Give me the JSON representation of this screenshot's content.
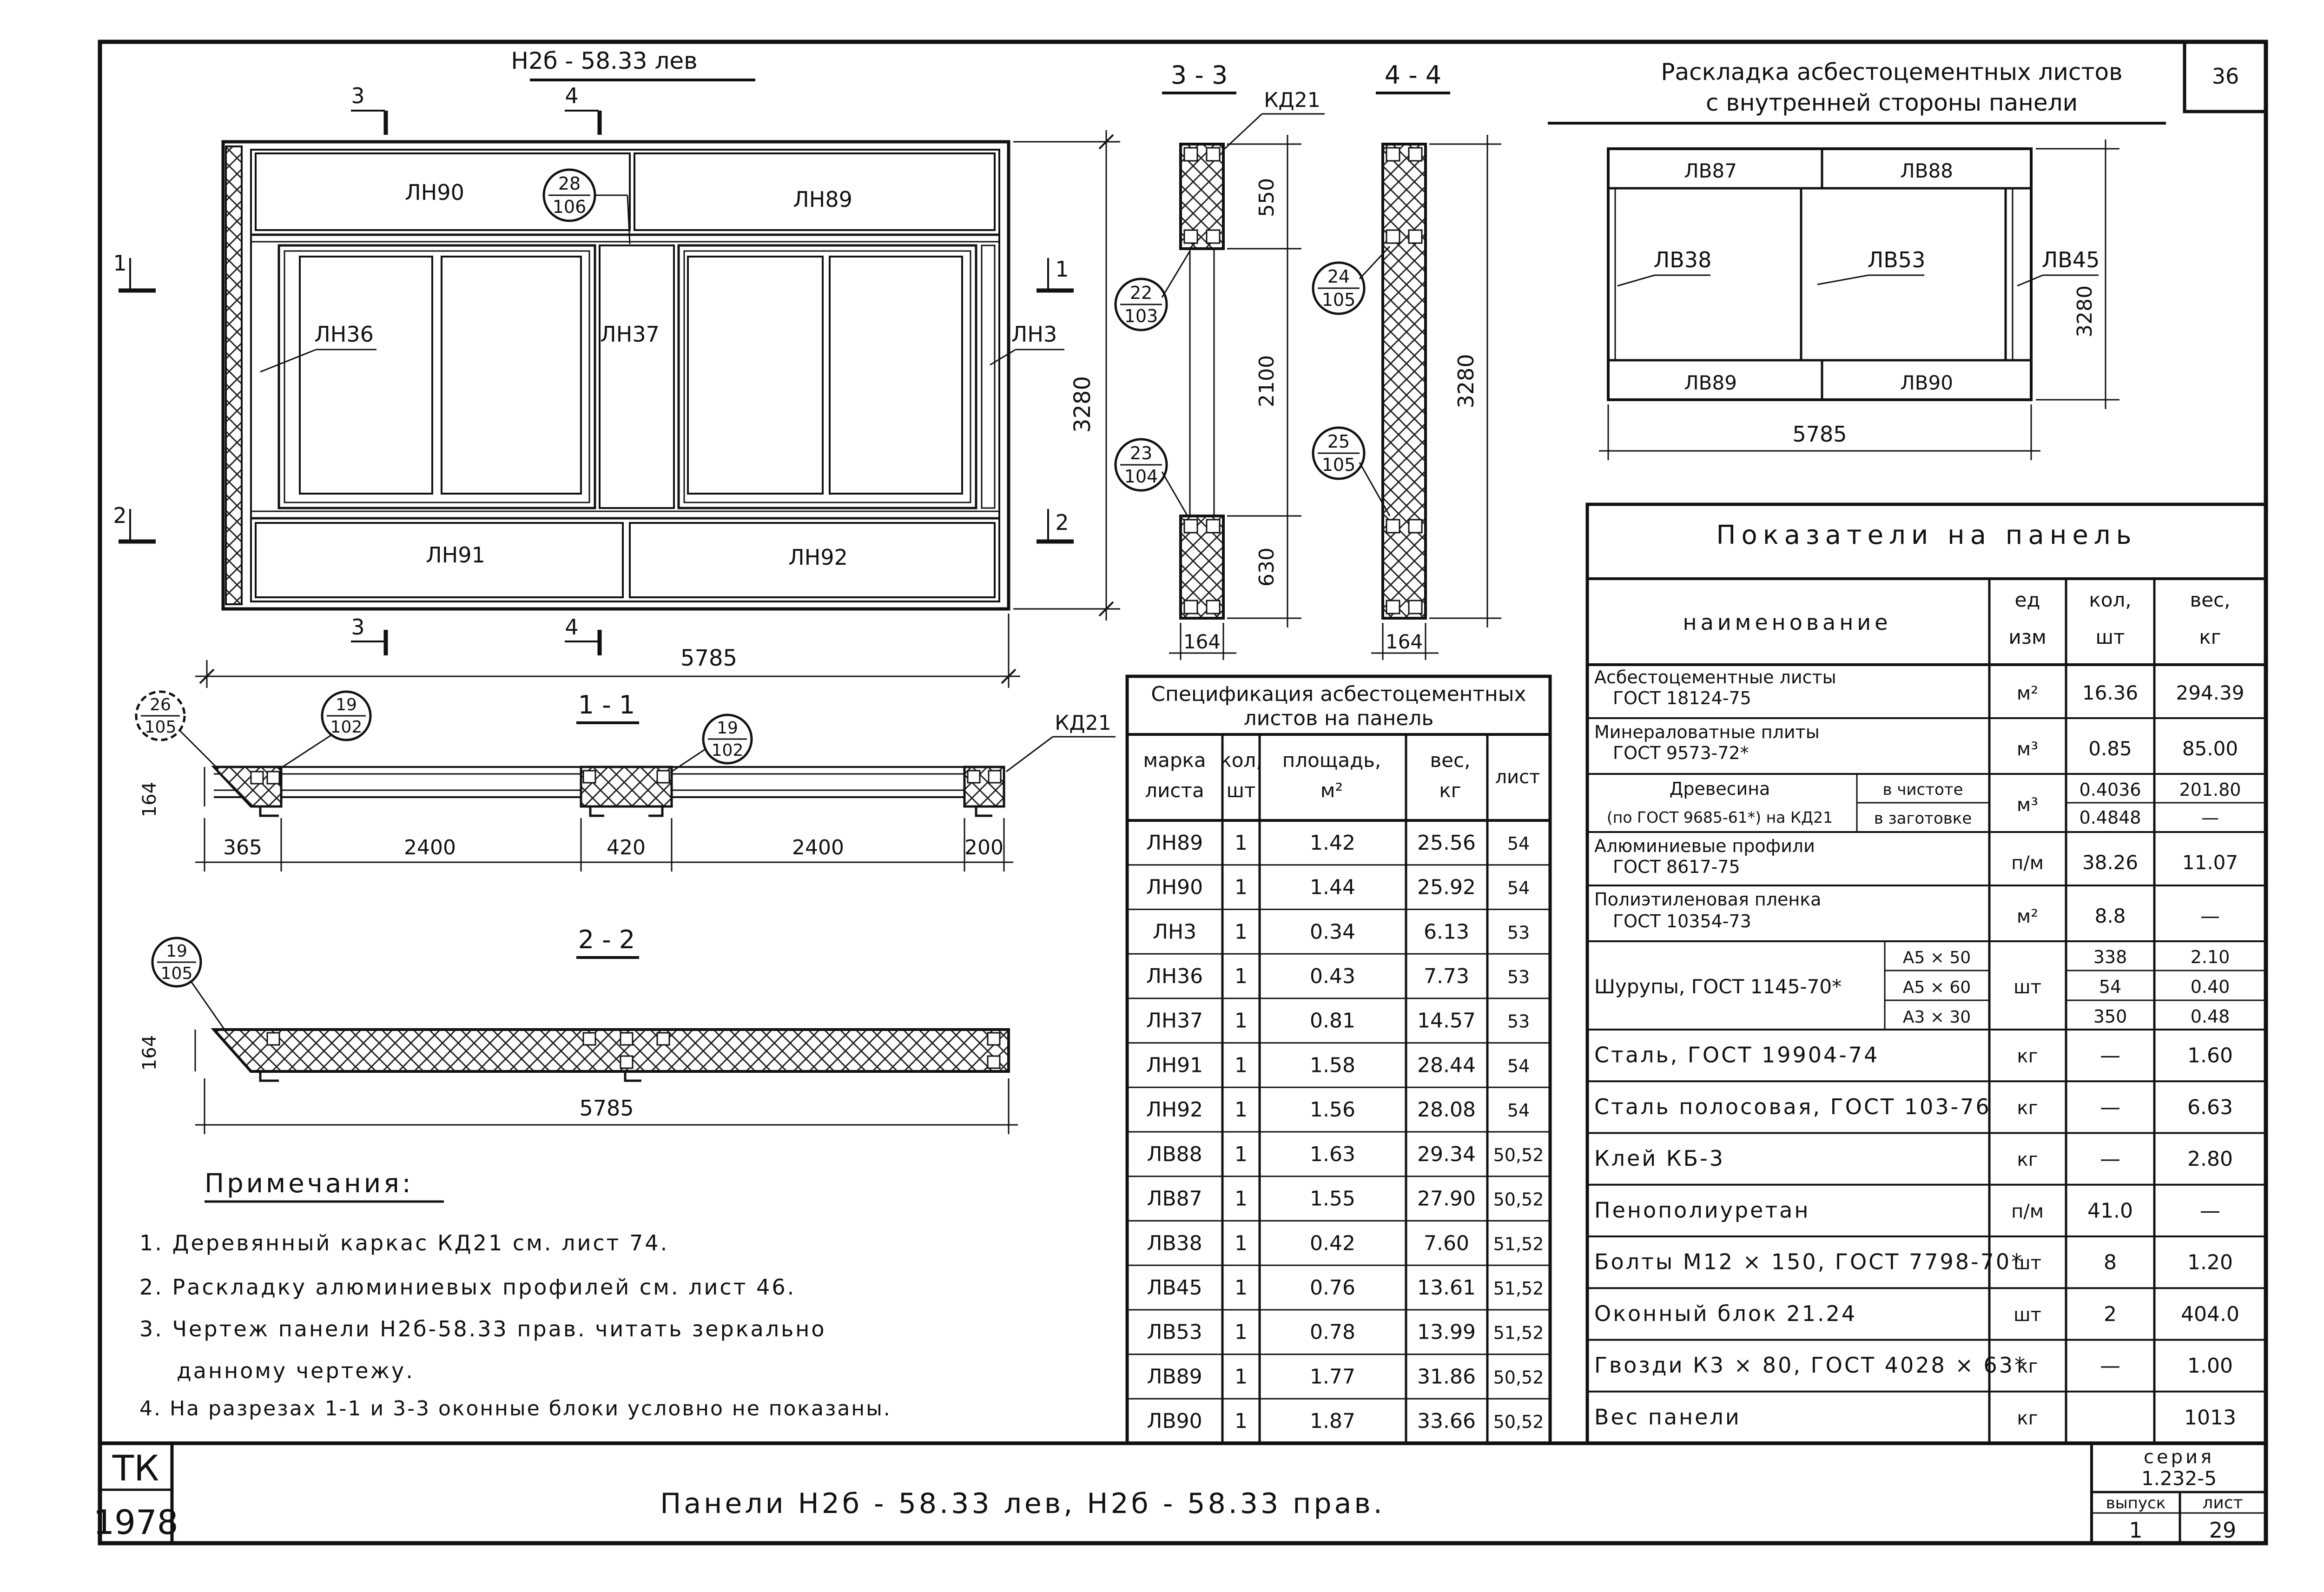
{
  "sheet_number": "36",
  "elevation": {
    "title": "Н2б - 58.33 лев",
    "section_marks": {
      "s1": "1",
      "s2": "2",
      "s3": "3",
      "s4": "4"
    },
    "labels": {
      "lh90": "ЛН90",
      "lh89": "ЛН89",
      "lh36": "ЛН36",
      "lh37": "ЛН37",
      "lh3": "ЛН3",
      "lh91": "ЛН91",
      "lh92": "ЛН92"
    },
    "callout_28": {
      "num": "28",
      "den": "106"
    },
    "dim_height": "3280",
    "dim_width": "5785"
  },
  "section_33": {
    "title": "3 - 3",
    "kd21": "КД21",
    "d550": "550",
    "d2100": "2100",
    "d630": "630",
    "d164": "164",
    "c22": {
      "num": "22",
      "den": "103"
    },
    "c23": {
      "num": "23",
      "den": "104"
    }
  },
  "section_44": {
    "title": "4 - 4",
    "d3280": "3280",
    "d164": "164",
    "c24": {
      "num": "24",
      "den": "105"
    },
    "c25": {
      "num": "25",
      "den": "105"
    }
  },
  "section_11": {
    "title": "1 - 1",
    "kd21": "КД21",
    "c26": {
      "num": "26",
      "den": "105"
    },
    "c19a": {
      "num": "19",
      "den": "102"
    },
    "c19b": {
      "num": "19",
      "den": "102"
    },
    "d164": "164",
    "d365": "365",
    "d2400a": "2400",
    "d420": "420",
    "d2400b": "2400",
    "d200": "200"
  },
  "section_22": {
    "title": "2 - 2",
    "c19": {
      "num": "19",
      "den": "105"
    },
    "d164": "164",
    "d5785": "5785"
  },
  "notes": {
    "title": "Примечания:",
    "items": [
      "1. Деревянный каркас КД21 см. лист 74.",
      "2. Раскладку алюминиевых профилей см. лист 46.",
      "3. Чертеж панели Н2б-58.33 прав. читать зеркально",
      "данному чертежу.",
      "4. На разрезах 1-1 и 3-3 оконные блоки условно не показаны."
    ]
  },
  "inner_layout": {
    "title_line1": "Раскладка асбестоцементных листов",
    "title_line2": "с внутренней стороны панели",
    "labels": {
      "lb87": "ЛВ87",
      "lb88": "ЛВ88",
      "lb38": "ЛВ38",
      "lb53": "ЛВ53",
      "lb45": "ЛВ45",
      "lb89": "ЛВ89",
      "lb90": "ЛВ90"
    },
    "dim_height": "3280",
    "dim_width": "5785"
  },
  "spec_table": {
    "title_line1": "Спецификация асбестоцементных",
    "title_line2": "листов на панель",
    "headers": {
      "mark_l1": "марка",
      "mark_l2": "листа",
      "qty_l1": "кол,",
      "qty_l2": "шт",
      "area_l1": "площадь,",
      "area_l2": "м²",
      "weight_l1": "вес,",
      "weight_l2": "кг",
      "sheet": "лист"
    },
    "rows": [
      {
        "mark": "ЛН89",
        "qty": "1",
        "area": "1.42",
        "weight": "25.56",
        "sheet": "54"
      },
      {
        "mark": "ЛН90",
        "qty": "1",
        "area": "1.44",
        "weight": "25.92",
        "sheet": "54"
      },
      {
        "mark": "ЛН3",
        "qty": "1",
        "area": "0.34",
        "weight": "6.13",
        "sheet": "53"
      },
      {
        "mark": "ЛН36",
        "qty": "1",
        "area": "0.43",
        "weight": "7.73",
        "sheet": "53"
      },
      {
        "mark": "ЛН37",
        "qty": "1",
        "area": "0.81",
        "weight": "14.57",
        "sheet": "53"
      },
      {
        "mark": "ЛН91",
        "qty": "1",
        "area": "1.58",
        "weight": "28.44",
        "sheet": "54"
      },
      {
        "mark": "ЛН92",
        "qty": "1",
        "area": "1.56",
        "weight": "28.08",
        "sheet": "54"
      },
      {
        "mark": "ЛВ88",
        "qty": "1",
        "area": "1.63",
        "weight": "29.34",
        "sheet": "50,52"
      },
      {
        "mark": "ЛВ87",
        "qty": "1",
        "area": "1.55",
        "weight": "27.90",
        "sheet": "50,52"
      },
      {
        "mark": "ЛВ38",
        "qty": "1",
        "area": "0.42",
        "weight": "7.60",
        "sheet": "51,52"
      },
      {
        "mark": "ЛВ45",
        "qty": "1",
        "area": "0.76",
        "weight": "13.61",
        "sheet": "51,52"
      },
      {
        "mark": "ЛВ53",
        "qty": "1",
        "area": "0.78",
        "weight": "13.99",
        "sheet": "51,52"
      },
      {
        "mark": "ЛВ89",
        "qty": "1",
        "area": "1.77",
        "weight": "31.86",
        "sheet": "50,52"
      },
      {
        "mark": "ЛВ90",
        "qty": "1",
        "area": "1.87",
        "weight": "33.66",
        "sheet": "50,52"
      }
    ]
  },
  "indicators": {
    "title": "Показатели на панель",
    "headers": {
      "name": "наименование",
      "unit_l1": "ед",
      "unit_l2": "изм",
      "qty_l1": "кол,",
      "qty_l2": "шт",
      "weight_l1": "вес,",
      "weight_l2": "кг"
    },
    "asbestos": {
      "name_l1": "Асбестоцементные листы",
      "name_l2": "ГОСТ 18124-75",
      "unit": "м²",
      "qty": "16.36",
      "weight": "294.39"
    },
    "mineral": {
      "name_l1": "Минераловатные плиты",
      "name_l2": "ГОСТ 9573-72*",
      "unit": "м³",
      "qty": "0.85",
      "weight": "85.00"
    },
    "wood": {
      "name_l1": "Древесина",
      "name_l2": "(по ГОСТ 9685-61*) на КД21",
      "sub1": "в чистоте",
      "sub2": "в заготовке",
      "unit": "м³",
      "qty1": "0.4036",
      "qty2": "0.4848",
      "weight1": "201.80",
      "weight2": "—"
    },
    "aluminum": {
      "name_l1": "Алюминиевые профили",
      "name_l2": "ГОСТ 8617-75",
      "unit": "п/м",
      "qty": "38.26",
      "weight": "11.07"
    },
    "polyethylene": {
      "name_l1": "Полиэтиленовая пленка",
      "name_l2": "ГОСТ 10354-73",
      "unit": "м²",
      "qty": "8.8",
      "weight": "—"
    },
    "screws": {
      "name": "Шурупы, ГОСТ 1145-70*",
      "unit": "шт",
      "subs": [
        {
          "size": "А5 × 50",
          "qty": "338",
          "weight": "2.10"
        },
        {
          "size": "А5 × 60",
          "qty": "54",
          "weight": "0.40"
        },
        {
          "size": "А3 × 30",
          "qty": "350",
          "weight": "0.48"
        }
      ]
    },
    "simple_rows": [
      {
        "name": "Сталь, ГОСТ 19904-74",
        "unit": "кг",
        "qty": "—",
        "weight": "1.60"
      },
      {
        "name": "Сталь полосовая, ГОСТ 103-76",
        "unit": "кг",
        "qty": "—",
        "weight": "6.63"
      },
      {
        "name": "Клей КБ-3",
        "unit": "кг",
        "qty": "—",
        "weight": "2.80"
      },
      {
        "name": "Пенополиуретан",
        "unit": "п/м",
        "qty": "41.0",
        "weight": "—"
      },
      {
        "name": "Болты М12 × 150, ГОСТ 7798-70*",
        "unit": "шт",
        "qty": "8",
        "weight": "1.20"
      },
      {
        "name": "Оконный блок 21.24",
        "unit": "шт",
        "qty": "2",
        "weight": "404.0"
      },
      {
        "name": "Гвозди К3 × 80, ГОСТ 4028 × 63*",
        "unit": "кг",
        "qty": "—",
        "weight": "1.00"
      },
      {
        "name": "Вес панели",
        "unit": "кг",
        "qty": "",
        "weight": "1013"
      }
    ]
  },
  "title_block": {
    "tk": "ТК",
    "year": "1978",
    "title": "Панели Н2б - 58.33 лев, Н2б - 58.33 прав.",
    "series_label": "серия",
    "series": "1.232-5",
    "issue_label": "выпуск",
    "issue": "1",
    "sheet_label": "лист",
    "sheet": "29"
  }
}
